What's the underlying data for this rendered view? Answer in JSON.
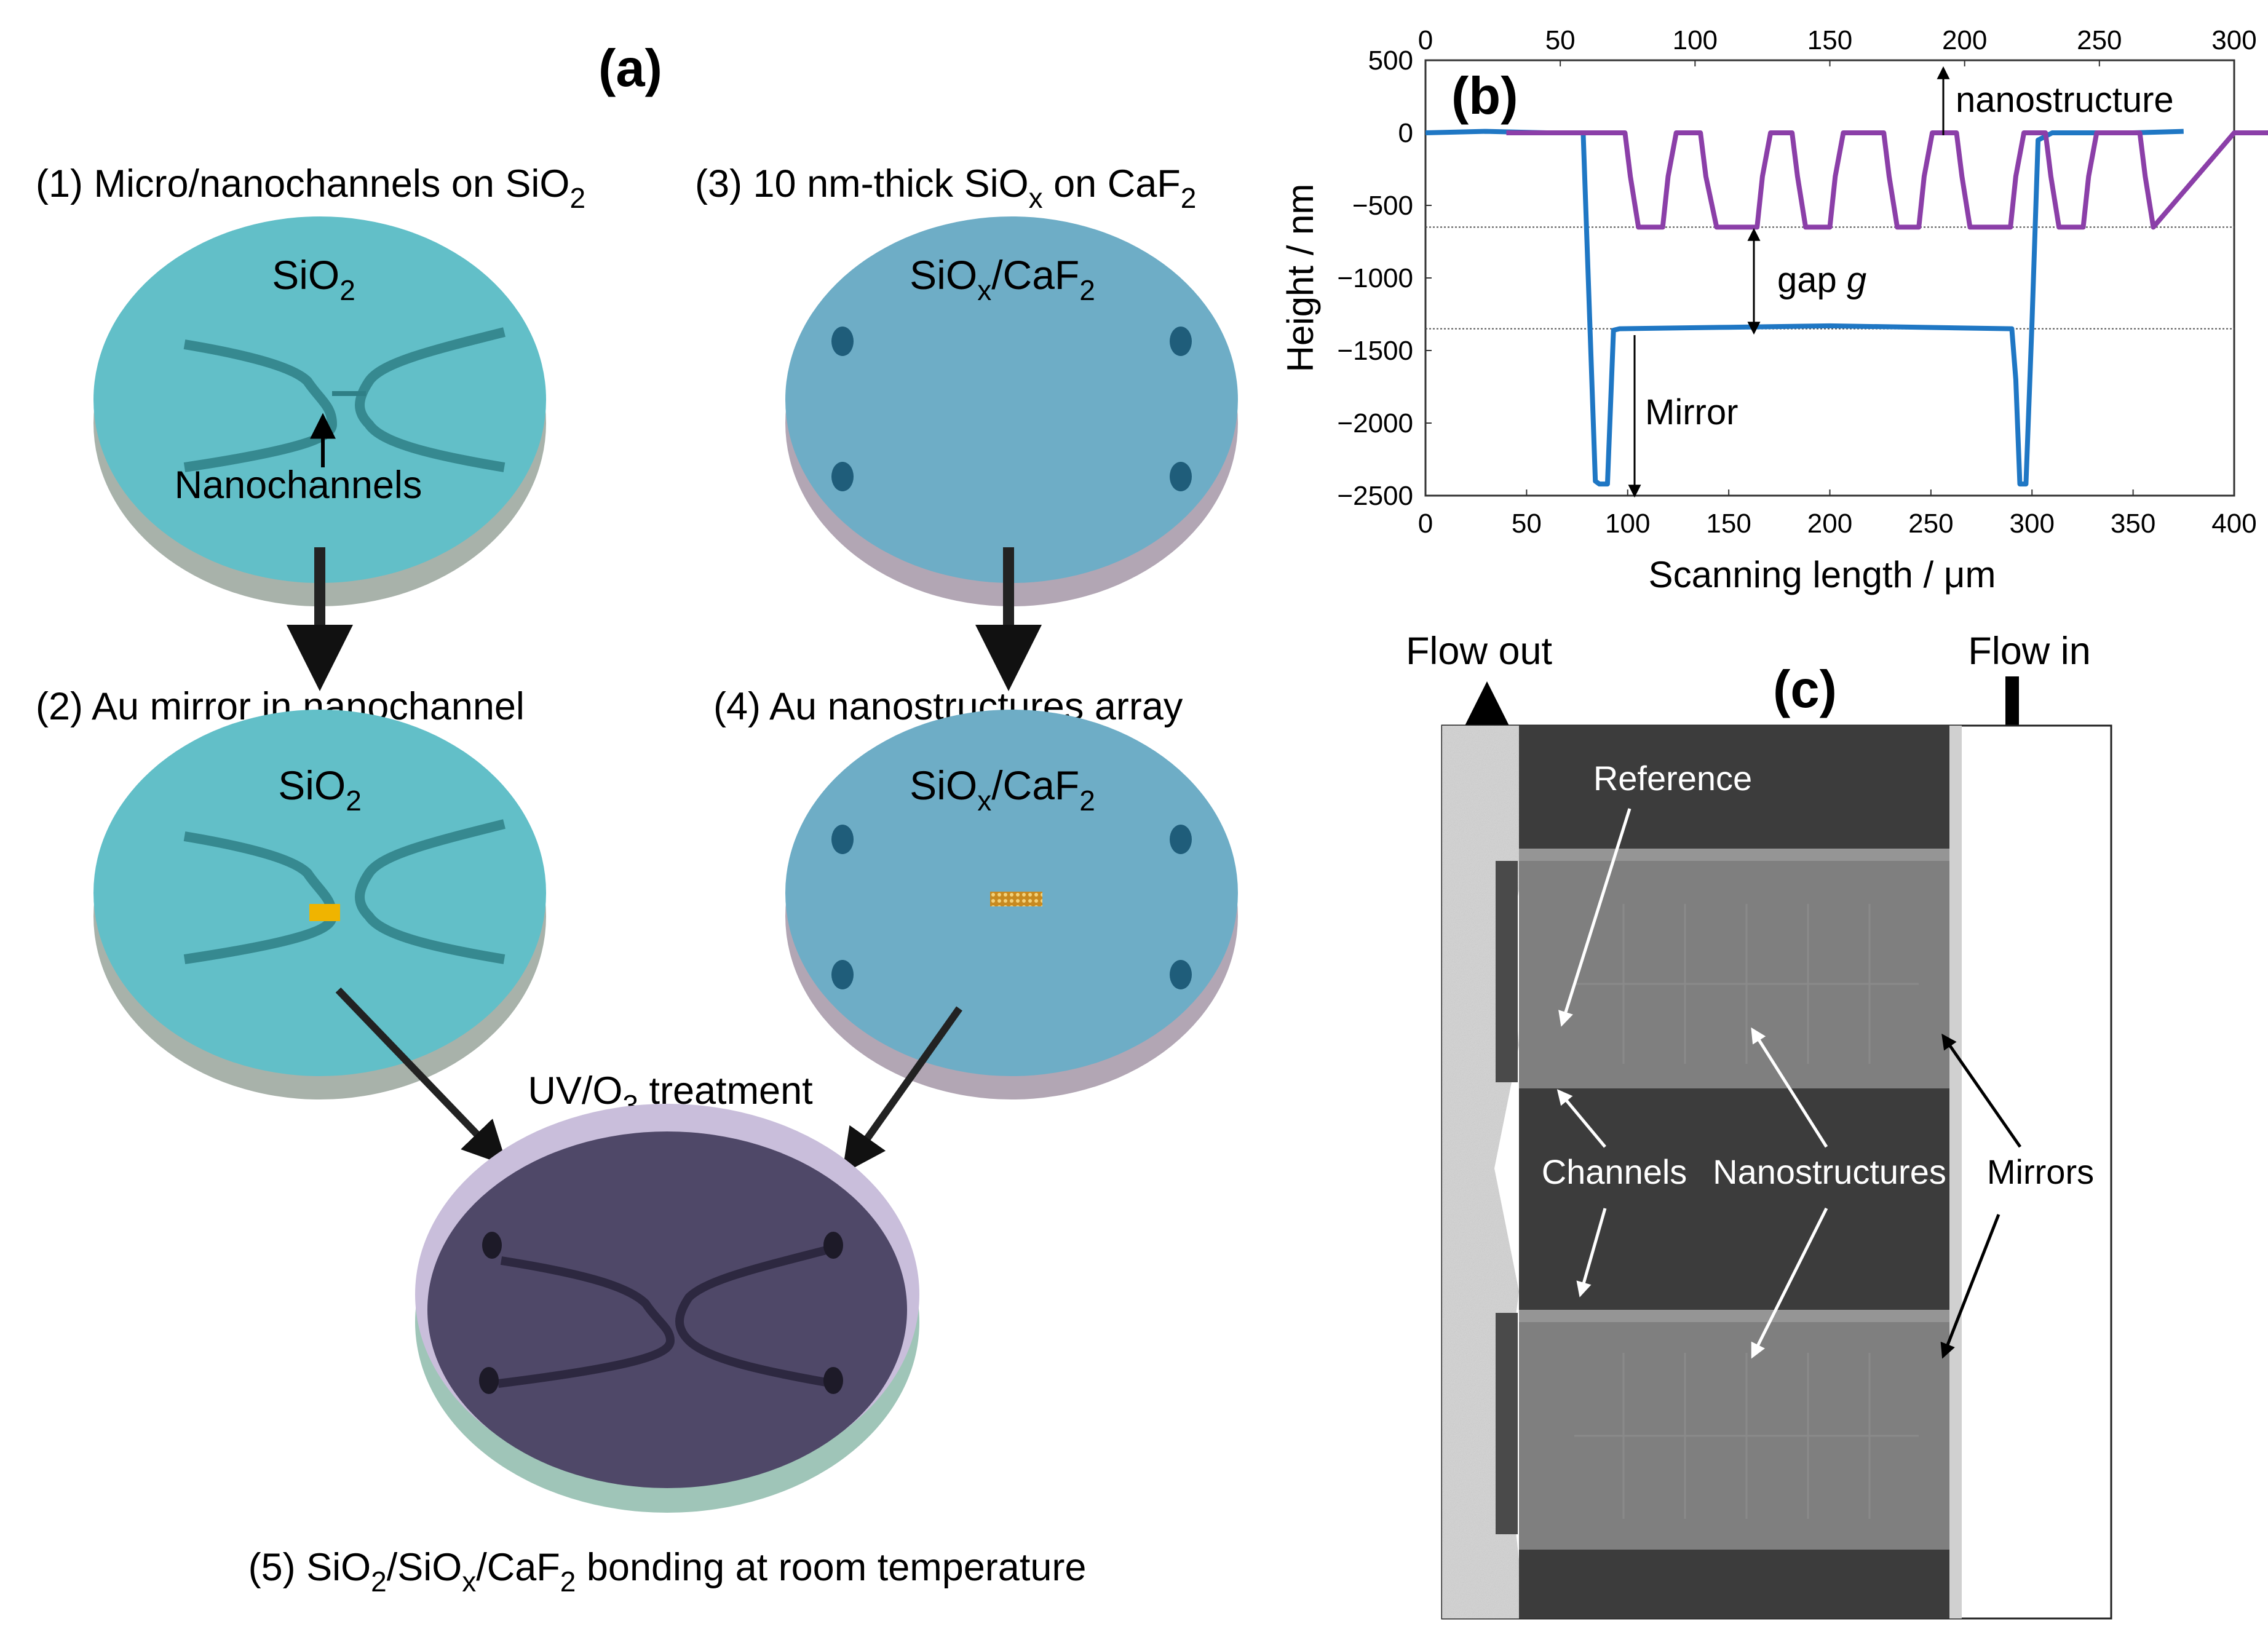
{
  "panel_a": {
    "label": "(a)",
    "step1": {
      "pre": "(1) Micro/nanochannels on SiO",
      "sub": "2"
    },
    "step2": "(2) Au mirror in nanochannel",
    "step3": {
      "pre": "(3) 10 nm-thick SiO",
      "sub1": "x",
      "mid": " on CaF",
      "sub2": "2"
    },
    "step4": "(4) Au nanostructures array",
    "step5": {
      "pre": "(5) SiO",
      "s1": "2",
      "m1": "/SiO",
      "s2": "x",
      "m2": "/CaF",
      "s3": "2",
      "post": " bonding at room temperature"
    },
    "disk_sio2": {
      "pre": "SiO",
      "sub": "2"
    },
    "disk_siox_caf2": {
      "pre": "SiO",
      "sub1": "x",
      "mid": "/CaF",
      "sub2": "2"
    },
    "nanochannels_label": "Nanochannels",
    "treatment": {
      "pre": "UV/O",
      "sub": "3",
      "post": " treatment"
    },
    "colors": {
      "sio2": "#62bfc8",
      "caf2": "#6eadc6",
      "bonded": "#4f4868",
      "gold": "#f0b400"
    }
  },
  "panel_b": {
    "label": "(b)",
    "annotations": {
      "nanostructure": "nanostructure",
      "gap": "gap ",
      "gap_italic": "g",
      "mirror": "Mirror"
    }
  },
  "chart_data": {
    "type": "line",
    "xlabel": "Scanning length / μm",
    "ylabel": "Height / nm",
    "xlim": [
      0,
      400
    ],
    "ylim": [
      -2500,
      500
    ],
    "x_ticks": [
      0,
      50,
      100,
      150,
      200,
      250,
      300,
      350,
      400
    ],
    "y_ticks": [
      500,
      0,
      -500,
      -1000,
      -1500,
      -2000,
      -2500
    ],
    "top_axis": {
      "xlim": [
        0,
        300
      ],
      "ticks": [
        0,
        50,
        100,
        150,
        200,
        250,
        300
      ]
    },
    "reference_lines": [
      -650,
      -1350
    ],
    "series": [
      {
        "axis": "bottom",
        "color": "#1f77c4",
        "x": [
          0,
          30,
          60,
          78,
          81,
          84,
          86,
          90,
          93,
          96,
          150,
          200,
          290,
          292,
          294,
          297,
          300,
          303,
          310,
          350,
          375
        ],
        "y": [
          0,
          10,
          0,
          0,
          -1200,
          -2400,
          -2420,
          -2420,
          -1360,
          -1350,
          -1340,
          -1330,
          -1350,
          -1700,
          -2420,
          -2420,
          -1300,
          -50,
          0,
          0,
          10
        ]
      },
      {
        "axis": "top",
        "color": "#8b3fa8",
        "x": [
          30,
          74,
          76,
          79,
          88,
          90,
          93,
          102,
          104,
          108,
          123,
          125,
          128,
          136,
          138,
          141,
          150,
          152,
          155,
          170,
          172,
          175,
          183,
          185,
          188,
          197,
          199,
          202,
          217,
          219,
          222,
          230,
          232,
          235,
          244,
          246,
          249,
          265,
          267,
          270,
          300,
          330
        ],
        "y": [
          0,
          0,
          -300,
          -650,
          -650,
          -300,
          0,
          0,
          -300,
          -650,
          -650,
          -300,
          0,
          0,
          -300,
          -650,
          -650,
          -300,
          0,
          0,
          -300,
          -650,
          -650,
          -300,
          0,
          0,
          -300,
          -650,
          -650,
          -300,
          0,
          0,
          -300,
          -650,
          -650,
          -300,
          0,
          0,
          -300,
          -650,
          0,
          0
        ]
      }
    ]
  },
  "panel_c": {
    "label": "(c)",
    "flow_out": "Flow out",
    "flow_in": "Flow in",
    "reference": "Reference",
    "channels": "Channels",
    "nanostructures": "Nanostructures",
    "mirrors": "Mirrors"
  }
}
